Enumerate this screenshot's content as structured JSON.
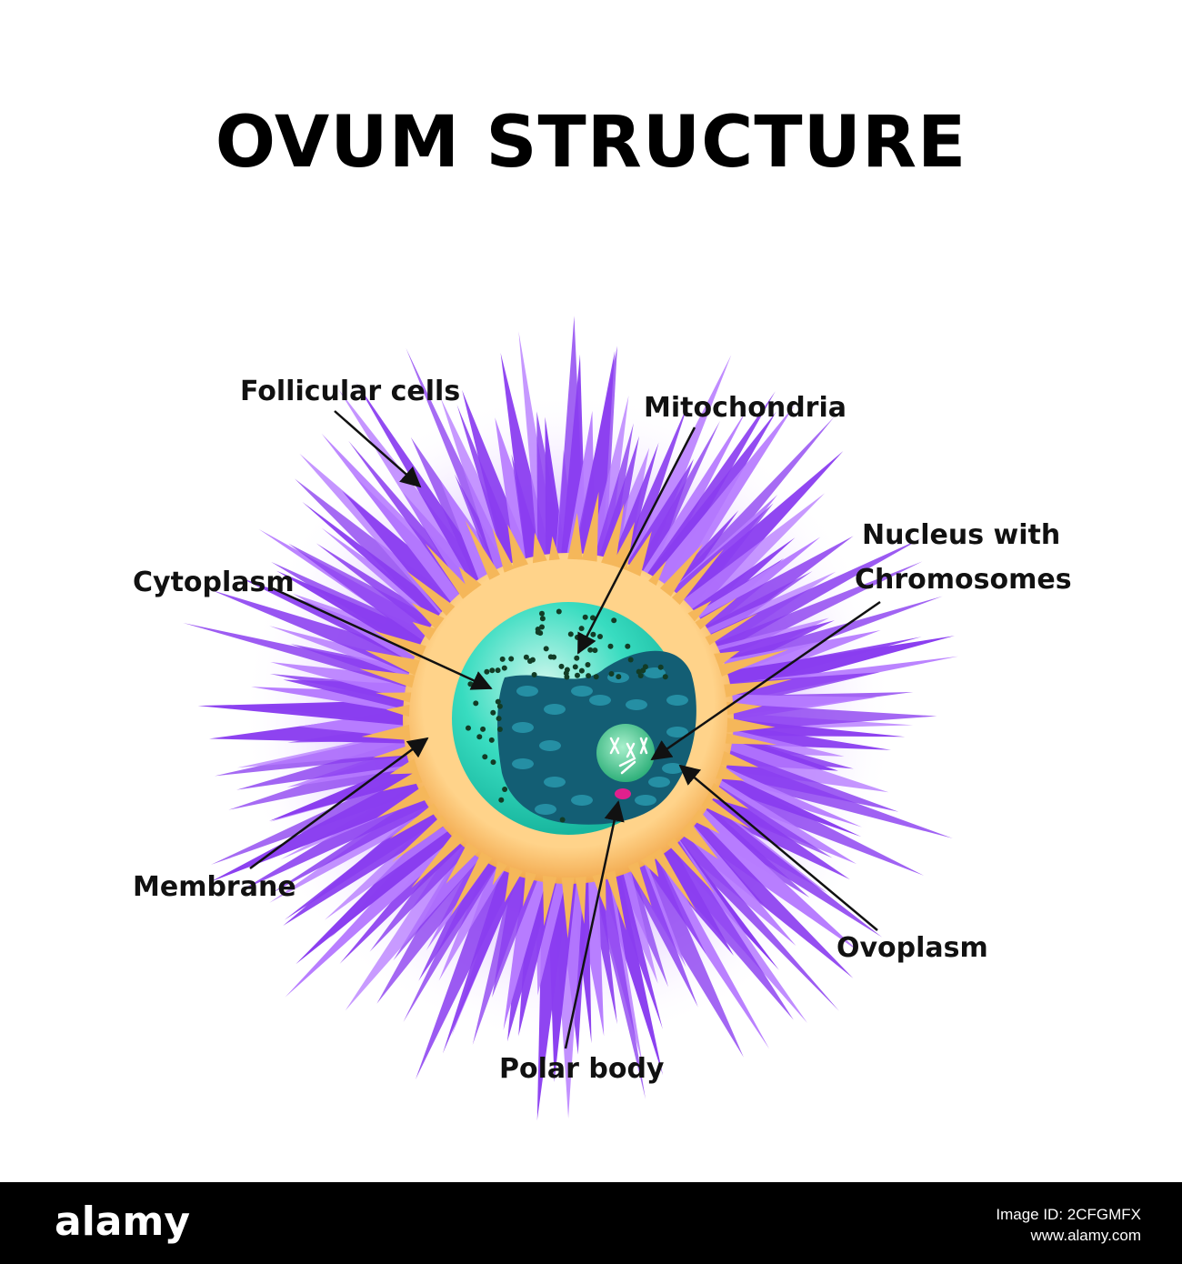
{
  "title": "OVUM STRUCTURE",
  "labels": {
    "follicular_cells": "Follicular cells",
    "mitochondria": "Mitochondria",
    "nucleus_line1": "Nucleus with",
    "nucleus_line2": "Chromosomes",
    "cytoplasm": "Cytoplasm",
    "membrane": "Membrane",
    "ovoplasm": "Ovoplasm",
    "polar_body": "Polar body"
  },
  "colors": {
    "follicular": "#8a3df0",
    "follicular_light": "#b77cff",
    "membrane": "#f5b75a",
    "cytoplasm": "#2fd6b8",
    "ovoplasm": "#135e74",
    "nucleus": "#45c88f",
    "polar_body": "#e0208d",
    "mitochondria_dot": "#123c26"
  },
  "footer": {
    "brand": "alamy",
    "image_id_line": "Image ID: 2CFGMFX",
    "site": "www.alamy.com"
  }
}
